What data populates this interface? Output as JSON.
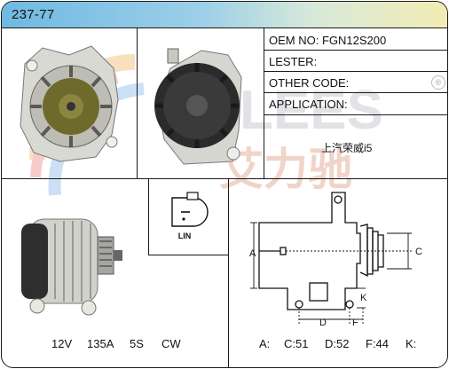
{
  "header": {
    "title": "237-77"
  },
  "info": {
    "oem_no": "OEM NO: FGN12S200",
    "lester": "LESTER:",
    "other_code": "OTHER CODE:",
    "application": "APPLICATION:",
    "application_value": "上汽荣威i5"
  },
  "watermark": {
    "latin": "AILEES",
    "chinese": "艾力驰",
    "registered": "®"
  },
  "connector": {
    "label": "LIN"
  },
  "dimensions": {
    "a": "A",
    "c": "C",
    "d": "D",
    "f": "F",
    "k": "K"
  },
  "specs": {
    "voltage": "12V",
    "current": "135A",
    "grooves": "5S",
    "rotation": "CW",
    "a": "A:",
    "c": "C:51",
    "d": "D:52",
    "f": "F:44",
    "k": "K:"
  },
  "colors": {
    "header_left": "#6fb9e2",
    "header_right": "#f2ecb4",
    "line": "#1a1a1a"
  }
}
